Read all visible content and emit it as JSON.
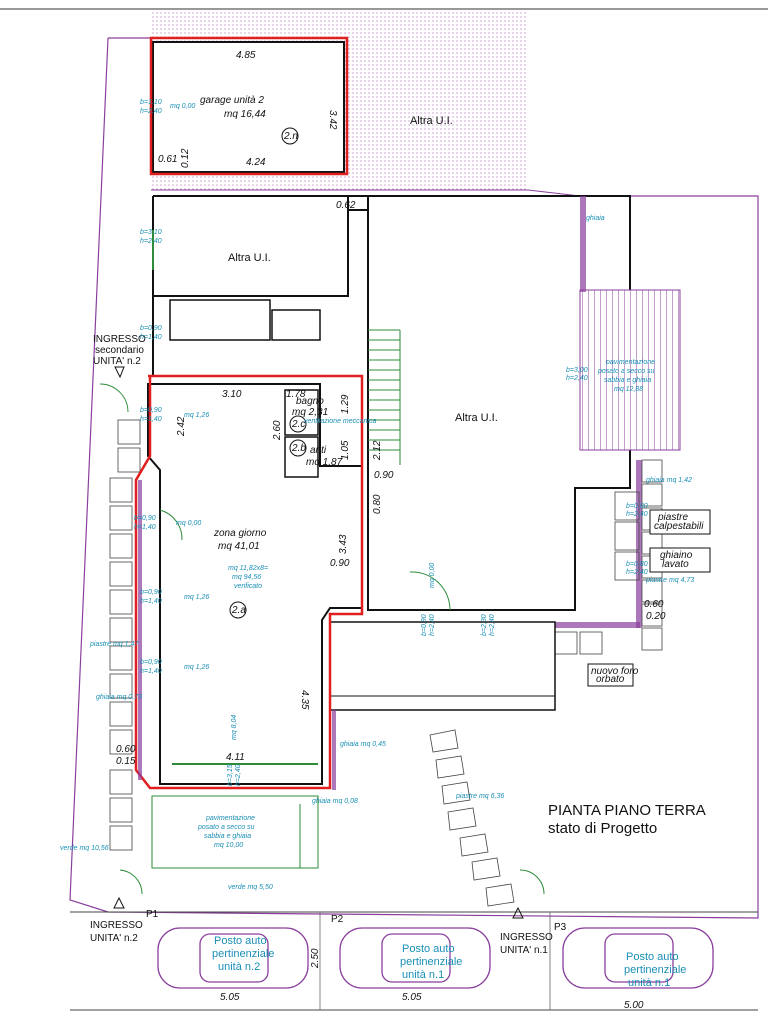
{
  "labels": {
    "altra_ui": "Altra U.I.",
    "title_line1": "PIANTA PIANO TERRA",
    "title_line2": "stato di Progetto",
    "ingresso_sec_1": "INGRESSO",
    "ingresso_sec_2": "secondario",
    "ingresso_sec_3": "UNITA' n.2",
    "ingresso_u2_1": "INGRESSO",
    "ingresso_u2_2": "UNITA' n.2",
    "ingresso_u1_1": "INGRESSO",
    "ingresso_u1_2": "UNITA' n.1",
    "p1": "P1",
    "p2": "P2",
    "p3": "P3"
  },
  "rooms": {
    "garage_name": "garage unità 2",
    "garage_area": "mq 16,44",
    "garage_code": "2.n",
    "bagno_name": "bagno",
    "bagno_area": "mq 2,31",
    "bagno_code": "2.c",
    "bagno_note": "ventilazione meccanica",
    "anti_name": "anti",
    "anti_area": "mq 1,87",
    "anti_code": "2.b",
    "zona_name": "zona giorno",
    "zona_area": "mq 41,01",
    "zona_code": "2.a",
    "zona_check_1": "mq 11,82x8=",
    "zona_check_2": "mq 94,56",
    "zona_check_3": "verificato"
  },
  "dims": {
    "d485": "4.85",
    "d342": "3.42",
    "d424": "4.24",
    "d061": "0.61",
    "d012": "0.12",
    "d062": "0.62",
    "d310": "3.10",
    "d178": "1.78",
    "d242": "2.42",
    "d260": "2.60",
    "d129": "1.29",
    "d105": "1.05",
    "d212": "2.12",
    "d090a": "0.90",
    "d080": "0.80",
    "d343": "3.43",
    "d090b": "0.90",
    "d435": "4.35",
    "d411": "4.11",
    "d060a": "0.60",
    "d015": "0.15",
    "d060b": "0.60",
    "d020": "0.20",
    "d250": "2.50",
    "d505a": "5.05",
    "d505b": "5.05",
    "d500": "5.00"
  },
  "annotations": {
    "b110": "b=1.10",
    "h240a": "h=2.40",
    "mq000a": "mq 0,00",
    "b310": "b=3.10",
    "h240b": "h=2.40",
    "b090a": "b=0,90",
    "h140a": "h=1,40",
    "b090b": "b=0,90",
    "h140b": "h=1,40",
    "mq126a": "mq 1,26",
    "b090c": "b=0,90",
    "h140c": "h=1,40",
    "mq000b": "mq 0,00",
    "b090d": "b=0,90",
    "h140d": "h=1,40",
    "mq126b": "mq 1,26",
    "b090e": "b=0,90",
    "h140e": "h=1,40",
    "mq126c": "mq 1,26",
    "piastre147": "piastre mq 1,47",
    "ghiaia073": "ghiaia mq 0,73",
    "verde1056": "verde mq 10,56",
    "verde550": "verde mq 5,50",
    "ghiaia045": "ghiaia mq 0,45",
    "ghiaia008": "ghiaia mq 0,08",
    "piastre636": "piastre mq 6,36",
    "mq804": "mq 8,04",
    "b315": "b=3,15",
    "h240c": "h=2,40",
    "mq000c": "mq 0,00",
    "b090f": "b=0,90",
    "h240d": "h=2,40",
    "b230": "b=2,30",
    "h240e": "h=2,40",
    "ghiaia142": "ghiaia mq 1,42",
    "b080": "b=0,80",
    "h240f": "h=2,40",
    "b080b": "b=0,80",
    "h240g": "h=2,40",
    "piastre473": "piastre mq 4,73",
    "b300": "b=3,00",
    "h240h": "h=2,40",
    "ghiaia_top": "ghiaia",
    "pav1_1": "pavimentazione",
    "pav1_2": "posato a secco su",
    "pav1_3": "sabbia e ghiaia",
    "pav1_4": "mq 10,00",
    "pav2_1": "pavimentazione",
    "pav2_2": "posato a secco su",
    "pav2_3": "sabbia e ghiaia",
    "pav2_4": "mq 12,88",
    "piastre_calp_1": "piastre",
    "piastre_calp_2": "calpestabili",
    "ghiaino_1": "ghiaino",
    "ghiaino_2": "lavato",
    "foro_1": "nuovo foro",
    "foro_2": "orbato"
  },
  "parking": {
    "u2_1": "Posto auto",
    "u2_2": "pertinenziale",
    "u2_3": "unità n.2",
    "p2_1": "Posto auto",
    "p2_2": "pertinenziale",
    "p2_3": "unità n.1",
    "p3_1": "Posto auto",
    "p3_2": "pertinenziale",
    "p3_3": "unità n.1"
  },
  "colors": {
    "wall": "#111111",
    "highlight": "#e02020",
    "boundary": "#8a3f9e",
    "annotation": "#1a8fb5",
    "window": "#2e8b3a"
  }
}
